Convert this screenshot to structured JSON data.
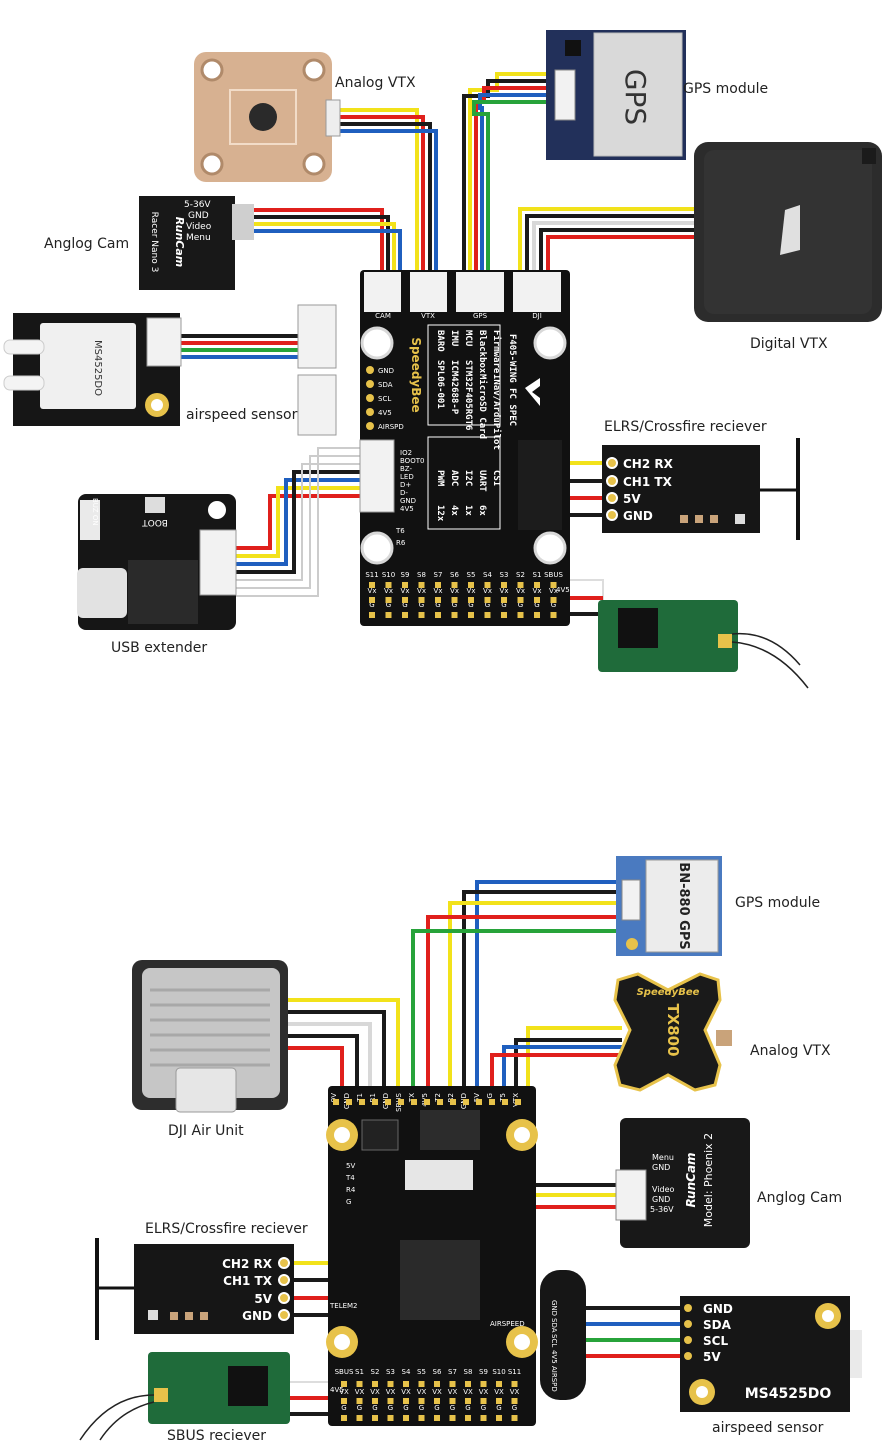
{
  "top_diagram": {
    "labels": {
      "analog_vtx": "Analog VTX",
      "gps_module": "GPS module",
      "analog_cam": "Anglog Cam",
      "digital_vtx": "Digital VTX",
      "airspeed_sensor": "airspeed sensor",
      "elrs_receiver": "ELRS/Crossfire reciever",
      "usb_extender": "USB extender"
    },
    "gps_chip_text": "GPS",
    "cam_text": [
      "5-36V",
      "GND",
      "Video",
      "Menu"
    ],
    "cam_brand": "RunCam",
    "cam_model": "Racer Nano 3",
    "airspeed_chip": "MS4525DO",
    "usb_boot": "BOOT",
    "usb_buz": "BUZ ON",
    "board_connectors": [
      "CAM",
      "VTX",
      "GPS",
      "DJI"
    ],
    "board_brand": "SpeedyBee",
    "board_title": "F405-WING FC SPEC",
    "spec_rows": [
      [
        "Firmware",
        "INav/ArduPilot"
      ],
      [
        "Blackbox",
        "MicroSD Card"
      ],
      [
        "MCU",
        "STM32F405RGT6"
      ],
      [
        "IMU",
        "ICM42688-P"
      ],
      [
        "BARO",
        "SPL06-001"
      ]
    ],
    "spec_rows2": [
      [
        "ADC",
        "4x"
      ],
      [
        "PWM",
        "12x"
      ],
      [
        "I2C",
        "1x"
      ],
      [
        "UART",
        "6x"
      ],
      [
        "CSI",
        ""
      ]
    ],
    "i2c_pins": [
      "GND",
      "SDA",
      "SCL",
      "4V5",
      "AIRSPD"
    ],
    "usb_pins": [
      "IO2",
      "BOOT0",
      "BZ-",
      "LED",
      "D+",
      "D-",
      "GND",
      "4V5"
    ],
    "small_pins": [
      "T6",
      "R6"
    ],
    "servo_labels": [
      "S11",
      "S10",
      "S9",
      "S8",
      "S7",
      "S6",
      "S5",
      "S4",
      "S3",
      "S2",
      "S1",
      "SBUS"
    ],
    "row_vx": "Vx",
    "row_g": "G",
    "sbus_4v5": "4V5",
    "elrs_pins": [
      "CH2 RX",
      "CH1 TX",
      "5V",
      "GND"
    ]
  },
  "bottom_diagram": {
    "labels": {
      "gps_module": "GPS module",
      "dji_air_unit": "DJI Air Unit",
      "analog_vtx": "Analog VTX",
      "analog_cam": "Anglog Cam",
      "elrs_receiver": "ELRS/Crossfire reciever",
      "airspeed_sensor": "airspeed sensor",
      "sbus_receiver": "SBUS reciever"
    },
    "gps_chip_text": "BN-880 GPS",
    "vtx_brand": "SpeedyBee",
    "vtx_model": "TX800",
    "cam_text": [
      "Menu",
      "GND",
      "Video",
      "GND",
      "5-36V"
    ],
    "cam_brand": "RunCam",
    "cam_model": "Model: Phoenix 2",
    "airspeed_chip": "MS4525DO",
    "airspeed_pins": [
      "GND",
      "SDA",
      "SCL",
      "5V"
    ],
    "i2c_pins": [
      "GND",
      "SDA",
      "SCL",
      "4V5",
      "AIRSPD"
    ],
    "top_pins": [
      "9V",
      "GND",
      "T1",
      "R1",
      "GND",
      "SBUS",
      "TX",
      "4V5",
      "T2",
      "R2",
      "GND",
      "5V",
      "G",
      "T5",
      "VTX"
    ],
    "side_pins": [
      "5V",
      "T4",
      "R4",
      "G"
    ],
    "board_labels": [
      "TELEM2",
      "AIRSPEED"
    ],
    "servo_labels": [
      "SBUS",
      "S1",
      "S2",
      "S3",
      "S4",
      "S5",
      "S6",
      "S7",
      "S8",
      "S9",
      "S10",
      "S11"
    ],
    "row_4v5": "4V5",
    "row_vx": "VX",
    "row_g": "G",
    "elrs_pins": [
      "CH2 RX",
      "CH1 TX",
      "5V",
      "GND"
    ]
  },
  "colors": {
    "board": "#111111",
    "red": "#e0201c",
    "black": "#1a1a1a",
    "yellow": "#f2e21a",
    "blue": "#1f5fbf",
    "green": "#27a33a",
    "white_wire": "#d8d8d8",
    "pad": "#e7c24a",
    "pcb_green": "#1f6b3a"
  }
}
